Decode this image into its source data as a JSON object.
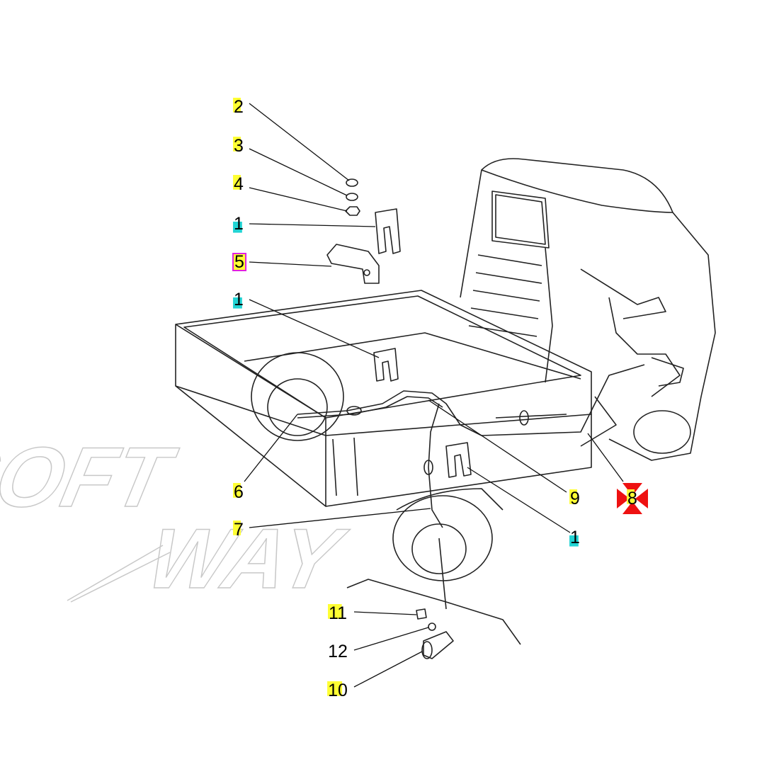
{
  "diagram": {
    "watermark": "SOFT WAY",
    "callouts": [
      {
        "id": "c2",
        "number": "2",
        "highlight": "yellow"
      },
      {
        "id": "c3",
        "number": "3",
        "highlight": "yellow"
      },
      {
        "id": "c4",
        "number": "4",
        "highlight": "yellow"
      },
      {
        "id": "c1a",
        "number": "1",
        "highlight": "cyan"
      },
      {
        "id": "c5",
        "number": "5",
        "highlight": "magenta-outline"
      },
      {
        "id": "c1b",
        "number": "1",
        "highlight": "cyan"
      },
      {
        "id": "c6",
        "number": "6",
        "highlight": "yellow"
      },
      {
        "id": "c7",
        "number": "7",
        "highlight": "yellow"
      },
      {
        "id": "c9",
        "number": "9",
        "highlight": "yellow"
      },
      {
        "id": "c8",
        "number": "8",
        "highlight": "red-cross"
      },
      {
        "id": "c1c",
        "number": "1",
        "highlight": "cyan"
      },
      {
        "id": "c11",
        "number": "11",
        "highlight": "yellow"
      },
      {
        "id": "c12",
        "number": "12",
        "highlight": "none"
      },
      {
        "id": "c10",
        "number": "10",
        "highlight": "yellow"
      }
    ],
    "colors": {
      "yellow": "#ffff33",
      "cyan": "#22d3d3",
      "magenta": "#e020e0",
      "red": "#ee1111"
    }
  }
}
